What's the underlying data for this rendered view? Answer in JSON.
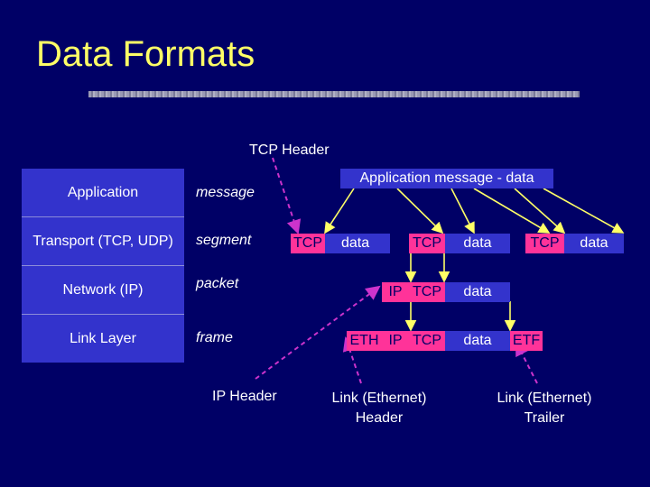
{
  "slide": {
    "title": "Data Formats"
  },
  "layers": [
    {
      "label": "Application",
      "pdu": "message"
    },
    {
      "label": "Transport (TCP, UDP)",
      "pdu": "segment"
    },
    {
      "label": "Network (IP)",
      "pdu": "packet"
    },
    {
      "label": "Link Layer",
      "pdu": "frame"
    }
  ],
  "annotations": {
    "tcp_header": "TCP Header",
    "app_message": "Application message - data",
    "ip_header": "IP Header",
    "link_header": "Link (Ethernet) Header",
    "link_trailer": "Link (Ethernet) Trailer"
  },
  "segments": [
    {
      "header": "TCP",
      "data": "data"
    },
    {
      "header": "TCP",
      "data": "data"
    },
    {
      "header": "TCP",
      "data": "data"
    }
  ],
  "packet": {
    "ip": "IP",
    "tcp": "TCP",
    "data": "data"
  },
  "frame": {
    "eth": "ETH",
    "ip": "IP",
    "tcp": "TCP",
    "data": "data",
    "trailer": "ETF"
  },
  "colors": {
    "background": "#000066",
    "title": "#ffff66",
    "box_fill": "#3333cc",
    "header_fill": "#ff3399",
    "arrow": "#ffff66",
    "dashed_arrow": "#cc33cc"
  }
}
